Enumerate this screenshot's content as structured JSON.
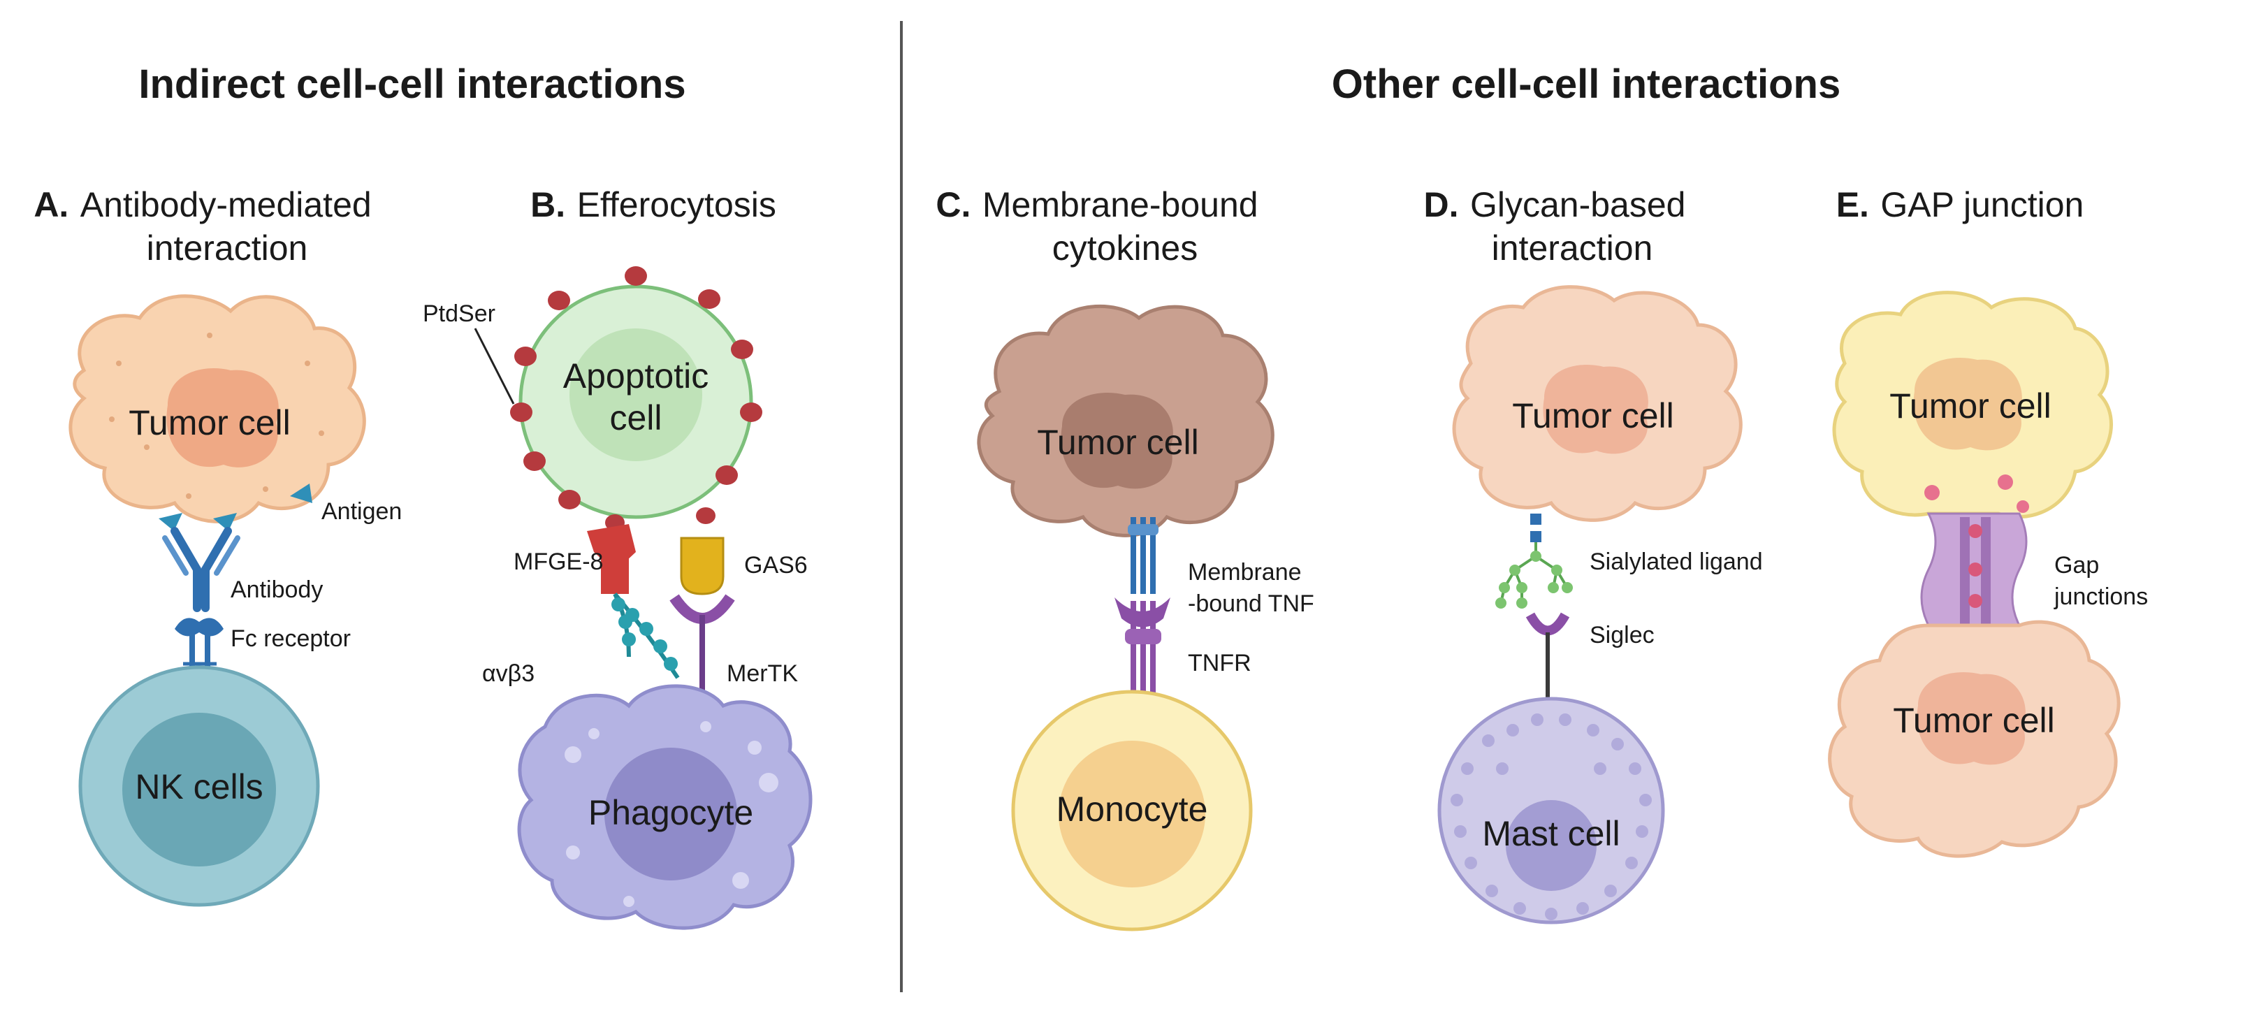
{
  "sections": {
    "left_title": "Indirect cell-cell interactions",
    "right_title": "Other cell-cell interactions"
  },
  "panels": {
    "a": {
      "letter": "A.",
      "title_line1": "Antibody-mediated",
      "title_line2": "interaction",
      "tumor_cell": "Tumor cell",
      "nk_cells": "NK cells",
      "antigen": "Antigen",
      "antibody": "Antibody",
      "fc_receptor": "Fc receptor"
    },
    "b": {
      "letter": "B.",
      "title": "Efferocytosis",
      "ptdser": "PtdSer",
      "apoptotic_line1": "Apoptotic",
      "apoptotic_line2": "cell",
      "mfge8": "MFGE-8",
      "gas6": "GAS6",
      "integrin": "αvβ3",
      "mertk": "MerTK",
      "phagocyte": "Phagocyte"
    },
    "c": {
      "letter": "C.",
      "title_line1": "Membrane-bound",
      "title_line2": "cytokines",
      "tumor_cell": "Tumor cell",
      "tnf_line1": "Membrane",
      "tnf_line2": "-bound TNF",
      "tnfr": "TNFR",
      "monocyte": "Monocyte"
    },
    "d": {
      "letter": "D.",
      "title_line1": "Glycan-based",
      "title_line2": "interaction",
      "tumor_cell": "Tumor cell",
      "sialylated": "Sialylated ligand",
      "siglec": "Siglec",
      "mast_cell": "Mast cell"
    },
    "e": {
      "letter": "E.",
      "title": "GAP junction",
      "tumor_cell_top": "Tumor cell",
      "tumor_cell_bottom": "Tumor cell",
      "gap_line1": "Gap",
      "gap_line2": "junctions"
    }
  },
  "colors": {
    "tumor_orange": "#f9d3b0",
    "tumor_orange_nucleus": "#efa985",
    "tumor_brown": "#c9a090",
    "tumor_yellow": "#fbefb8",
    "nk_blue": "#9ccbd5",
    "apoptotic_green": "#d9f0d6",
    "ptdser_red": "#b53a3e",
    "phagocyte_purple": "#b4b3e3",
    "monocyte_yellow": "#fcf1bf",
    "mast_purple": "#cfcbe9",
    "receptor_blue": "#2f6fb0",
    "receptor_purple": "#8a4fa6",
    "gas6_gold": "#e2b21d",
    "divider": "#555555"
  }
}
